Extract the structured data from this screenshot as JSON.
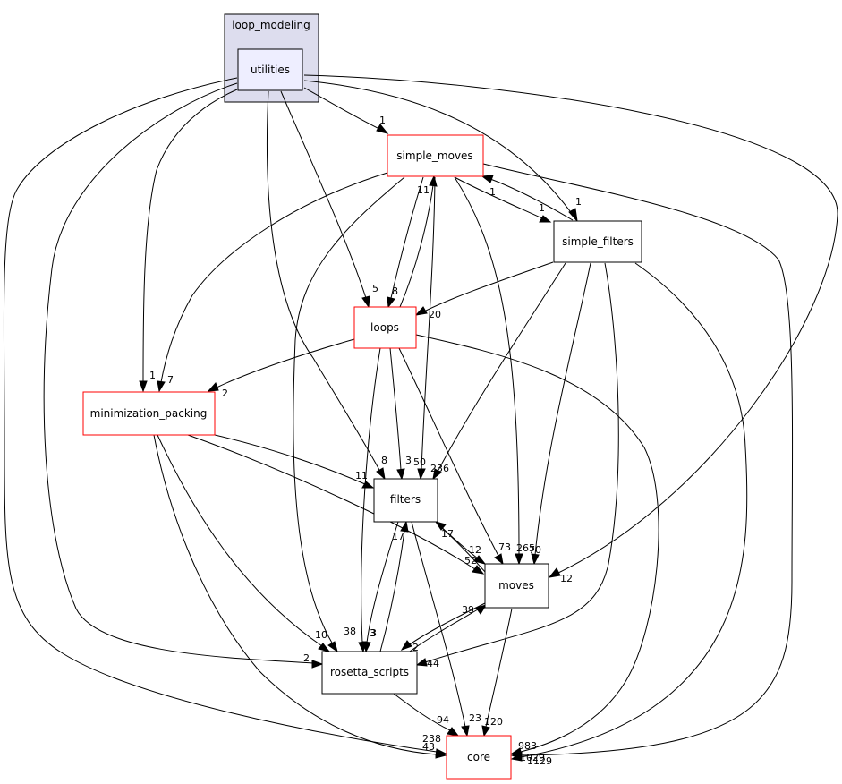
{
  "colors": {
    "cluster_fill": "#ddddee",
    "cluster_stroke": "#000000",
    "highlight_fill": "#eeeeff",
    "highlight_stroke": "#000000",
    "red_border": "#ff0000",
    "black_border": "#000000"
  },
  "cluster": {
    "label": "loop_modeling"
  },
  "nodes": {
    "utilities": "utilities",
    "simple_moves": "simple_moves",
    "simple_filters": "simple_filters",
    "loops": "loops",
    "minimization_packing": "minimization_packing",
    "filters": "filters",
    "moves": "moves",
    "rosetta_scripts": "rosetta_scripts",
    "core": "core"
  },
  "edge_labels": {
    "u_sm": "1",
    "u_sf": "1",
    "u_loops": "5",
    "u_mp": "1",
    "u_moves": "12",
    "u_rs": "2",
    "u_core": "238",
    "u_filters": "8",
    "sm_sf": "1",
    "sf_sm": "1",
    "sm_loops": "8",
    "loops_sm": "11",
    "sm_mp": "7",
    "sm_filters": "50",
    "sm_moves": "265",
    "sm_rs": "38",
    "sm_core": "1029",
    "sf_loops": "20",
    "sf_filters": "236",
    "sf_moves": "70",
    "sf_rs": "44",
    "sf_core": "1129",
    "loops_mp": "2",
    "loops_filters": "3",
    "loops_moves": "73",
    "loops_rs": "3",
    "loops_core": "983",
    "mp_filters": "11",
    "mp_moves": "52",
    "mp_rs": "10",
    "mp_core": "43",
    "filters_moves": "12",
    "moves_filters": "17",
    "filters_rs": "3",
    "rs_filters": "17",
    "filters_core": "23",
    "moves_rs": "2",
    "rs_moves": "39",
    "moves_core": "120",
    "rs_core": "94"
  }
}
